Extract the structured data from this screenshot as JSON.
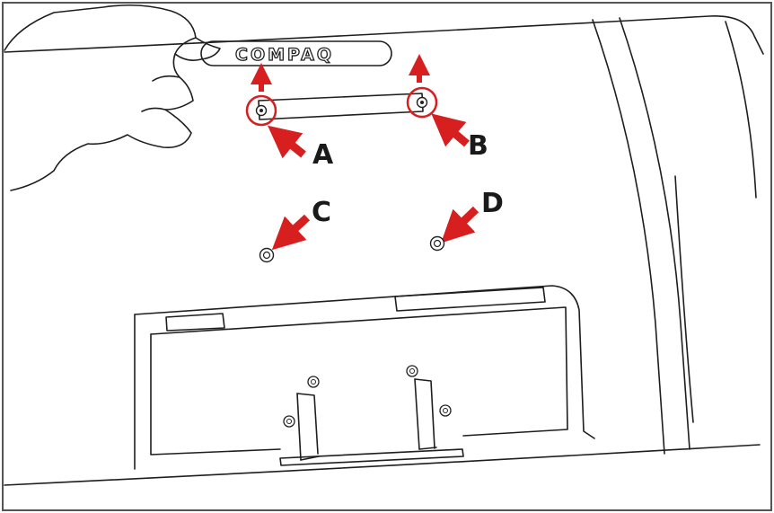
{
  "brand_logo": "COMPAQ",
  "callouts": [
    {
      "letter": "A",
      "color": "#d81f1f"
    },
    {
      "letter": "B",
      "color": "#d81f1f"
    },
    {
      "letter": "C",
      "color": "#d81f1f"
    },
    {
      "letter": "D",
      "color": "#d81f1f"
    }
  ],
  "colors": {
    "arrow": "#d81f1f",
    "line": "#1e1e1e",
    "frame": "#555555",
    "background": "#ffffff"
  }
}
